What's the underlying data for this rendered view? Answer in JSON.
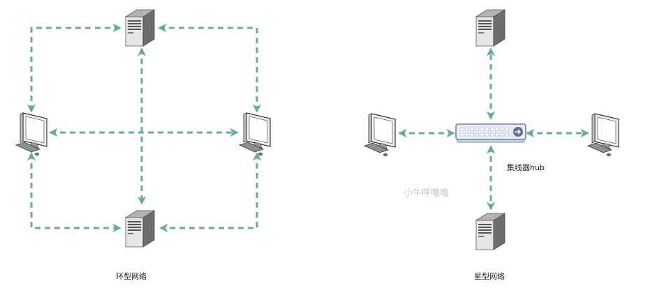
{
  "diagrams": {
    "ring": {
      "caption": "环型网络"
    },
    "star": {
      "caption": "星型网络",
      "hub_label": "集线器hub"
    }
  },
  "watermark": "小牛呼噜噜",
  "colors": {
    "link": "#67AB9F",
    "server_front": "#e6e6e6",
    "server_side": "#6d6d6d",
    "server_top": "#b3b3b3",
    "hub_body": "#e8ecf6",
    "hub_border": "#6c7ea8"
  },
  "icons": [
    "server-icon",
    "workstation-icon",
    "hub-icon",
    "arrow-right-icon"
  ]
}
